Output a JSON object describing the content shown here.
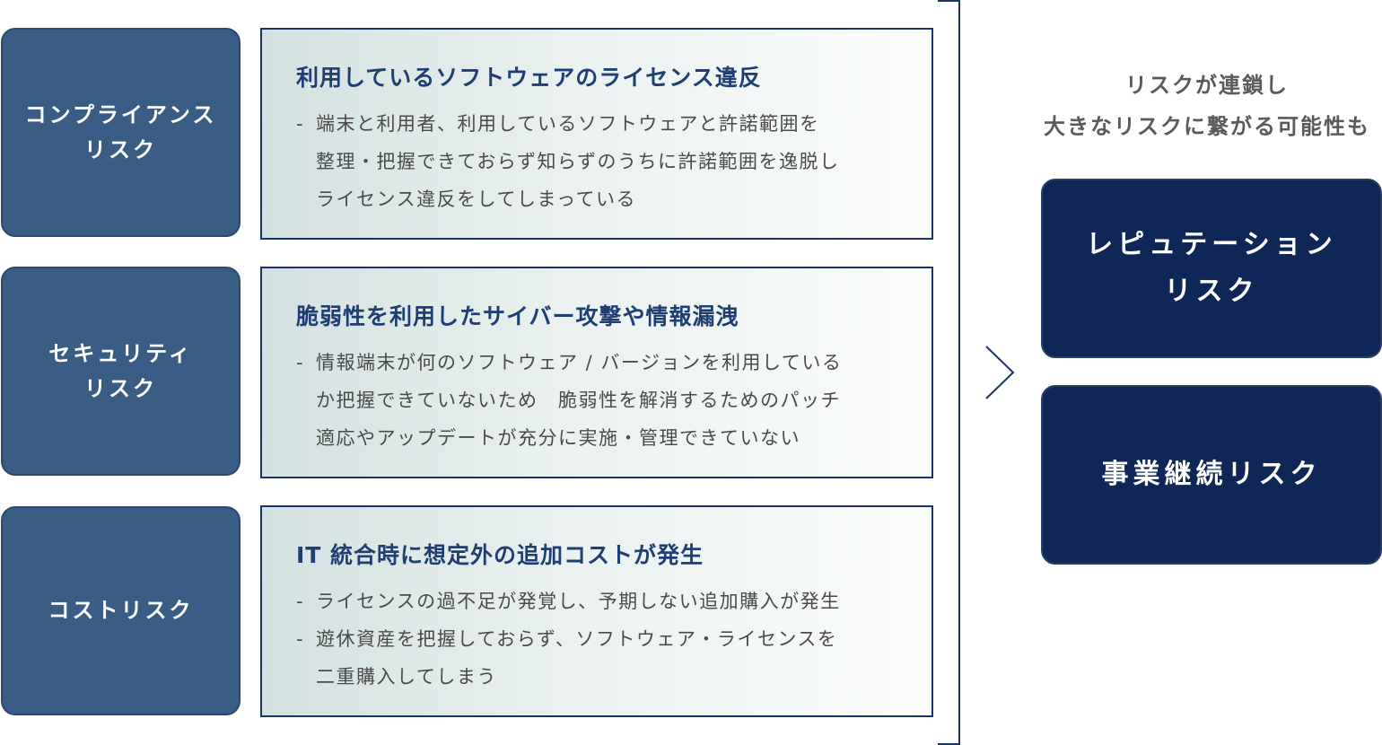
{
  "categories": [
    {
      "label_line1": "コンプライアンス",
      "label_line2": "リスク",
      "title": "利用しているソフトウェアのライセンス違反",
      "items": [
        "端末と利用者、利用しているソフトウェアと許諾範囲を\n整理・把握できておらず知らずのうちに許諾範囲を逸脱し\nライセンス違反をしてしまっている"
      ]
    },
    {
      "label_line1": "セキュリティ",
      "label_line2": "リスク",
      "title": "脆弱性を利用したサイバー攻撃や情報漏洩",
      "items": [
        "情報端末が何のソフトウェア / バージョンを利用している\nか把握できていないため　脆弱性を解消するためのパッチ\n適応やアップデートが充分に実施・管理できていない"
      ]
    },
    {
      "label_line1": "コストリスク",
      "label_line2": "",
      "title": "IT 統合時に想定外の追加コストが発生",
      "items": [
        "ライセンスの過不足が発覚し、予期しない追加購入が発生",
        "遊休資産を把握しておらず、ソフトウェア・ライセンスを\n二重購入してしまう"
      ]
    }
  ],
  "dash": "-",
  "note": {
    "line1": "リスクが連鎖し",
    "line2": "大きなリスクに繋がる可能性も"
  },
  "results": [
    {
      "line1": "レピュテーション",
      "line2": "リスク"
    },
    {
      "line1": "事業継続リスク",
      "line2": ""
    }
  ],
  "icons": {
    "bracket": "right-bracket-icon",
    "arrow": "chevron-right-icon"
  },
  "colors": {
    "category_box": "#3a5d85",
    "result_box": "#0e2756",
    "title_text": "#1f3f73",
    "border": "#1a3466"
  }
}
